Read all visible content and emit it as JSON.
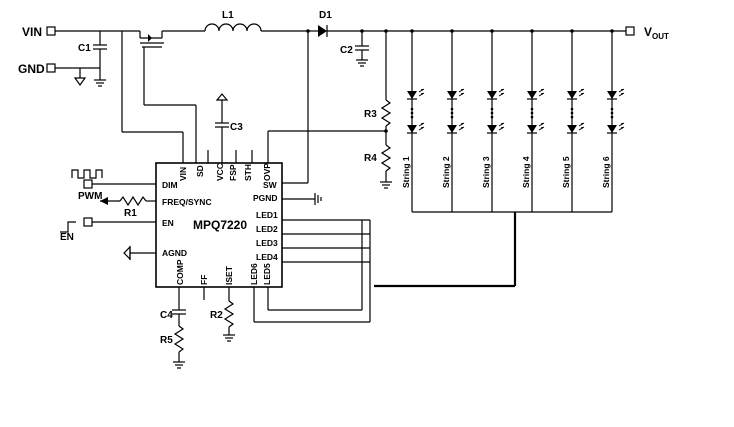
{
  "terminals": {
    "vin": "VIN",
    "gnd": "GND",
    "vout_main": "V",
    "vout_sub": "OUT",
    "pwm": "PWM",
    "en": "EN"
  },
  "components": {
    "l1": "L1",
    "d1": "D1",
    "c1": "C1",
    "c2": "C2",
    "c3": "C3",
    "c4": "C4",
    "r1": "R1",
    "r2": "R2",
    "r3": "R3",
    "r4": "R4",
    "r5": "R5"
  },
  "chip": {
    "name": "MPQ7220",
    "top_pins": [
      "VIN",
      "SD",
      "VCC",
      "FSP",
      "STH",
      "OVP"
    ],
    "left_pins": [
      "DIM",
      "FREQ/SYNC",
      "EN",
      "AGND"
    ],
    "right_pins": [
      "SW",
      "PGND",
      "LED1",
      "LED2",
      "LED3",
      "LED4"
    ],
    "bottom_pins": [
      "COMP",
      "FF",
      "ISET",
      "LED6",
      "LED5"
    ]
  },
  "strings": [
    "String 1",
    "String 2",
    "String 3",
    "String 4",
    "String 5",
    "String 6"
  ]
}
